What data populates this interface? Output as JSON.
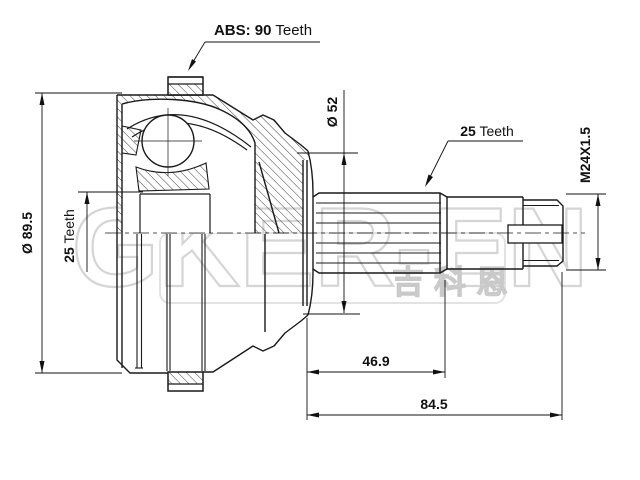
{
  "drawing": {
    "kind": "cv-joint-cross-section",
    "background": "#ffffff",
    "line_color": "#1a1a1a",
    "watermark_color": "#d5d5d5",
    "labels": {
      "abs_teeth": {
        "bold": "ABS: 90",
        "rest": " Teeth"
      },
      "outer_diameter": "Ø 89.5",
      "inner_spline": {
        "bold": "25",
        "rest": " Teeth"
      },
      "opening_diameter": "Ø 52",
      "shaft_spline": {
        "bold": "25",
        "rest": " Teeth"
      },
      "thread_spec": "M24X1.5",
      "spline_length": "46.9",
      "overall_length": "84.5"
    },
    "watermark": {
      "latin": "GKER-EN",
      "chinese": "吉科恩"
    }
  }
}
